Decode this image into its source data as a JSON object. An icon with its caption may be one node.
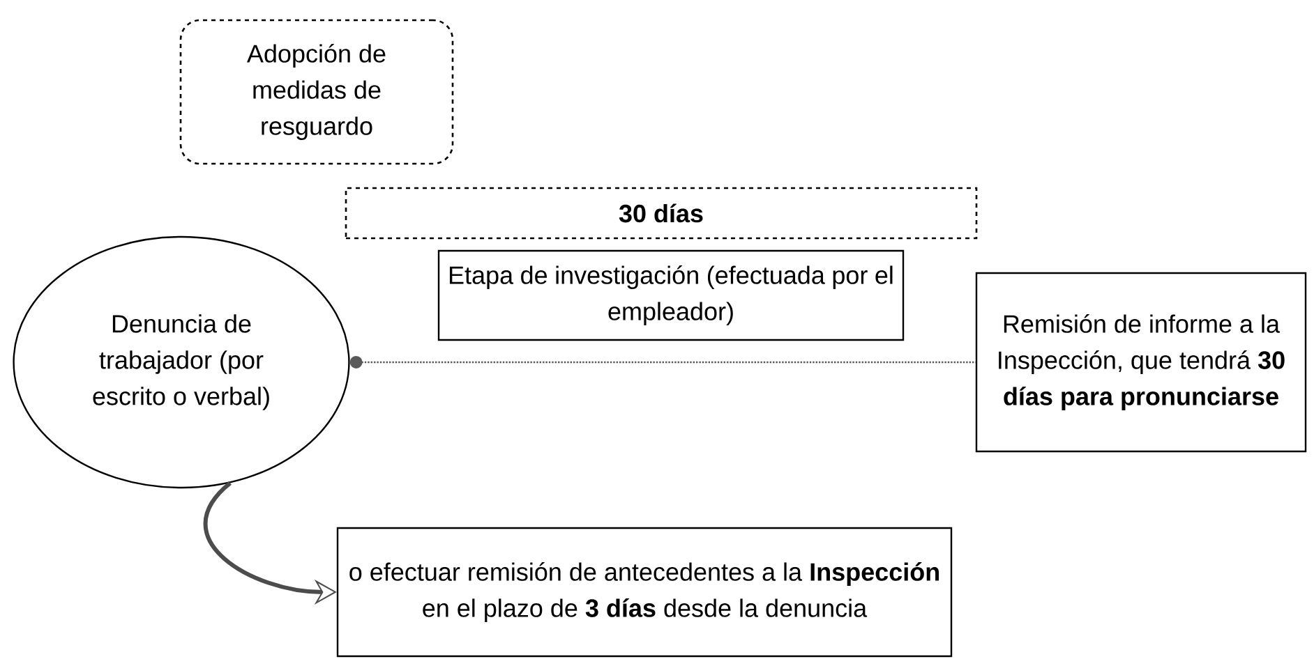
{
  "diagram": {
    "nodes": [
      {
        "text": [
          "Adopción de medidas de resguardo"
        ]
      },
      {
        "text": [
          "30 días"
        ]
      },
      {
        "text": [
          "Etapa de investigación (efectuada por el empleador)"
        ]
      },
      {
        "text": [
          "Denuncia de trabajador (por escrito o verbal)"
        ]
      },
      {
        "text": [
          "Remisión de informe a la Inspección, que tendrá **30 días para pronunciarse**"
        ]
      },
      {
        "text": [
          "o efectuar remisión de antecedentes a la **Inspección** en el plazo de **3 días** desde la denuncia"
        ]
      }
    ],
    "edges": [
      {
        "from": 3,
        "to": 4,
        "arrow": "other",
        "style": "dashed"
      },
      {
        "from": 3,
        "to": 5,
        "arrow": "to",
        "style": "thick"
      }
    ]
  }
}
